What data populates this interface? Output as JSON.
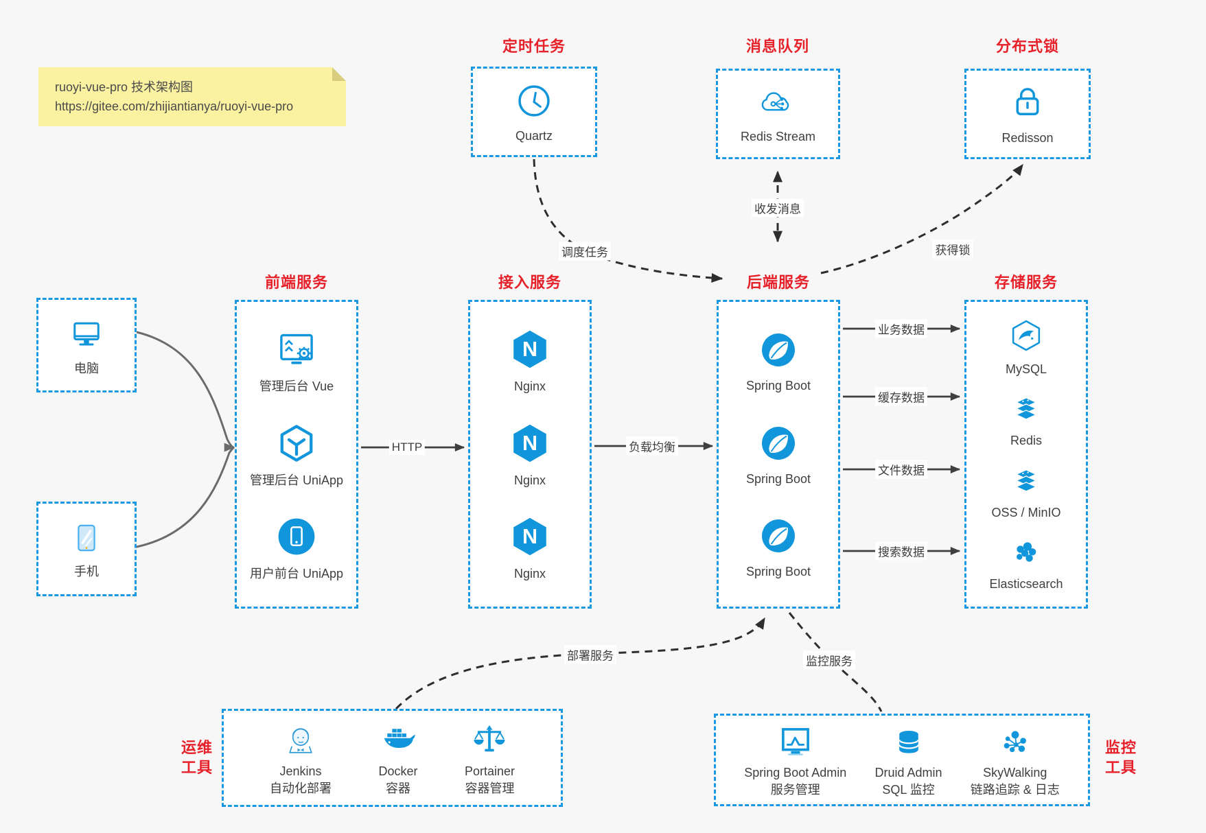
{
  "note": {
    "line1": "ruoyi-vue-pro 技术架构图",
    "line2": "https://gitee.com/zhijiantianya/ruoyi-vue-pro"
  },
  "top_boxes": {
    "scheduler": {
      "title": "定时任务",
      "item": {
        "label": "Quartz",
        "icon": "clock-icon"
      }
    },
    "mq": {
      "title": "消息队列",
      "item": {
        "label": "Redis Stream",
        "icon": "cloud-stream-icon"
      }
    },
    "lock": {
      "title": "分布式锁",
      "item": {
        "label": "Redisson",
        "icon": "lock-icon"
      }
    }
  },
  "clients": {
    "pc": {
      "label": "电脑",
      "icon": "desktop-icon"
    },
    "mobile": {
      "label": "手机",
      "icon": "smartphone-icon"
    }
  },
  "columns": {
    "frontend": {
      "title": "前端服务",
      "items": [
        {
          "label": "管理后台 Vue",
          "icon": "admin-console-icon"
        },
        {
          "label": "管理后台 UniApp",
          "icon": "uniapp-cube-icon"
        },
        {
          "label": "用户前台 UniApp",
          "icon": "mobile-app-icon"
        }
      ]
    },
    "gateway": {
      "title": "接入服务",
      "items": [
        {
          "label": "Nginx",
          "icon": "nginx-icon"
        },
        {
          "label": "Nginx",
          "icon": "nginx-icon"
        },
        {
          "label": "Nginx",
          "icon": "nginx-icon"
        }
      ]
    },
    "backend": {
      "title": "后端服务",
      "items": [
        {
          "label": "Spring Boot",
          "icon": "spring-boot-icon"
        },
        {
          "label": "Spring Boot",
          "icon": "spring-boot-icon"
        },
        {
          "label": "Spring Boot",
          "icon": "spring-boot-icon"
        }
      ]
    },
    "storage": {
      "title": "存储服务",
      "items": [
        {
          "label": "MySQL",
          "icon": "mysql-icon"
        },
        {
          "label": "Redis",
          "icon": "redis-stack-icon"
        },
        {
          "label": "OSS / MinIO",
          "icon": "object-storage-icon"
        },
        {
          "label": "Elasticsearch",
          "icon": "elasticsearch-icon"
        }
      ]
    }
  },
  "edges": {
    "http": "HTTP",
    "load_balance": "负载均衡",
    "schedule_task": "调度任务",
    "send_receive_message": "收发消息",
    "acquire_lock": "获得锁",
    "business_data": "业务数据",
    "cache_data": "缓存数据",
    "file_data": "文件数据",
    "search_data": "搜索数据",
    "deploy_service": "部署服务",
    "monitor_service": "监控服务"
  },
  "bottom_boxes": {
    "ops": {
      "title_line1": "运维",
      "title_line2": "工具",
      "items": [
        {
          "name": "Jenkins",
          "desc": "自动化部署",
          "icon": "jenkins-icon"
        },
        {
          "name": "Docker",
          "desc": "容器",
          "icon": "docker-whale-icon"
        },
        {
          "name": "Portainer",
          "desc": "容器管理",
          "icon": "scales-icon"
        }
      ]
    },
    "monitoring": {
      "title_line1": "监控",
      "title_line2": "工具",
      "items": [
        {
          "name": "Spring Boot Admin",
          "desc": "服务管理",
          "icon": "monitor-chart-icon"
        },
        {
          "name": "Druid Admin",
          "desc": "SQL 监控",
          "icon": "database-icon"
        },
        {
          "name": "SkyWalking",
          "desc": "链路追踪 & 日志",
          "icon": "topology-icon"
        }
      ]
    }
  },
  "colors": {
    "accent_blue": "#1296db",
    "border_blue": "#1898e4",
    "title_red": "#e62129",
    "note_bg": "#faf2a0",
    "arrow_dark": "#3f3f3f",
    "arrow_gray": "#6b6b6b",
    "text_dark": "#3f3f3f"
  }
}
